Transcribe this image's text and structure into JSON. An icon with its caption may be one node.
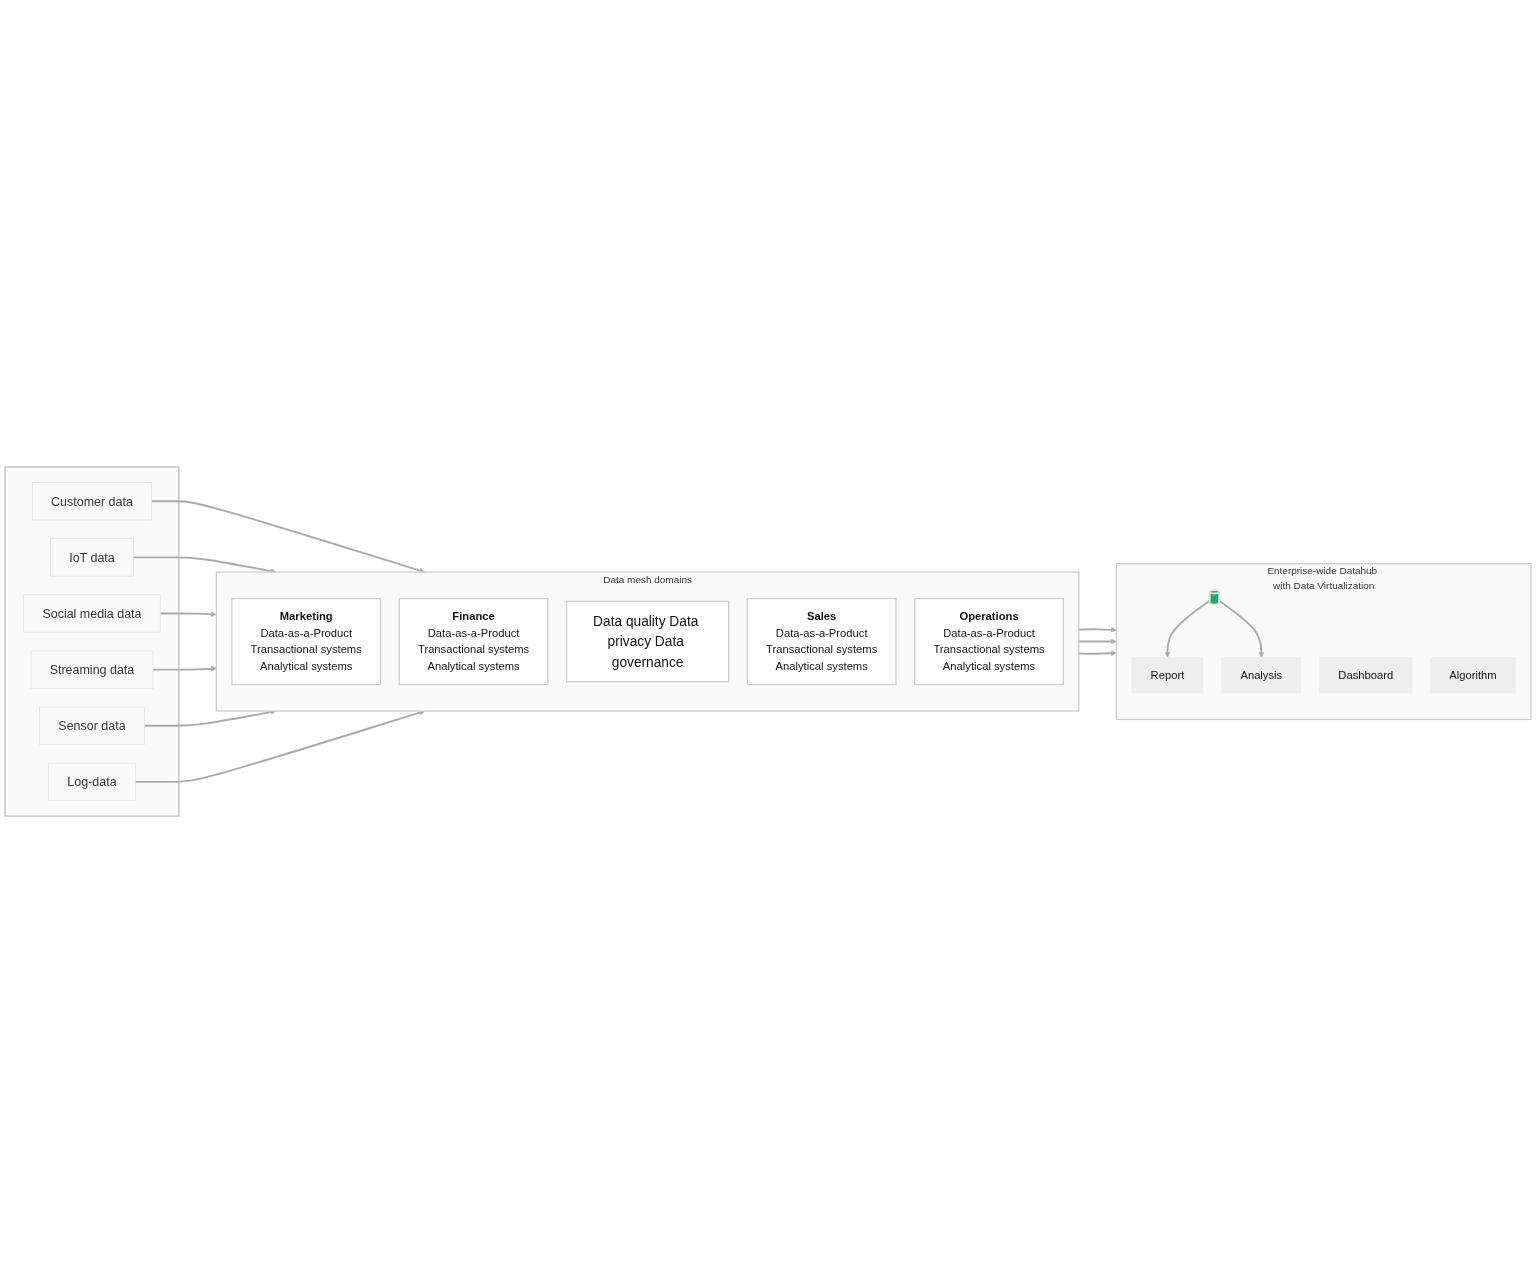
{
  "diagram": {
    "nodes": [
      {
        "text": [
          "Data mesh domains"
        ]
      },
      {
        "text": [
          "Marketing",
          "Data-as-a-Product",
          "Transactional systems",
          "Analytical systems"
        ],
        "in": 0
      },
      {
        "text": [
          "Finance",
          "Data-as-a-Product",
          "Transactional systems",
          "Analytical systems"
        ],
        "in": 0
      },
      {
        "text": [
          "Data quality Data privacy Data governance"
        ],
        "in": 0
      },
      {
        "text": [
          "Sales",
          "Data-as-a-Product",
          "Transactional systems",
          "Analytical systems"
        ],
        "in": 0
      },
      {
        "text": [
          "Operations",
          "Data-as-a-Product",
          "Transactional systems",
          "Analytical systems"
        ],
        "in": 0
      },
      {
        "text": [],
        "shape": "box"
      },
      {
        "text": [
          "Customer data"
        ],
        "in": 6
      },
      {
        "text": [
          "IoT data"
        ],
        "in": 6
      },
      {
        "text": [
          "Social media data"
        ],
        "in": 6
      },
      {
        "text": [
          "Streaming data"
        ],
        "in": 6
      },
      {
        "text": [
          "Sensor data"
        ],
        "in": 6
      },
      {
        "text": [
          "Log-data"
        ],
        "in": 6
      },
      {
        "text": [
          "Enterprise-wide Datahub with Data Virtualization"
        ]
      },
      {
        "text": [],
        "shape": "cylinder",
        "in": 13
      },
      {
        "text": [
          "Report"
        ],
        "in": 13
      },
      {
        "text": [
          "Analysis"
        ],
        "in": 13
      },
      {
        "text": [
          "Dashboard"
        ],
        "in": 13
      },
      {
        "text": [
          "Algorithm"
        ],
        "in": 13
      }
    ],
    "edges": [
      {
        "from": 7,
        "to": 0,
        "arrow": "to"
      },
      {
        "from": 8,
        "to": 0,
        "arrow": "to"
      },
      {
        "from": 9,
        "to": 0,
        "arrow": "to"
      },
      {
        "from": 10,
        "to": 0,
        "arrow": "to"
      },
      {
        "from": 11,
        "to": 0,
        "arrow": "to"
      },
      {
        "from": 12,
        "to": 0,
        "arrow": "to"
      },
      {
        "from": 0,
        "to": 13,
        "arrow": "to"
      },
      {
        "from": 0,
        "to": 13,
        "arrow": "to"
      },
      {
        "from": 0,
        "to": 13,
        "arrow": "to"
      },
      {
        "from": 14,
        "to": 15,
        "arrow": "to"
      },
      {
        "from": 14,
        "to": 16,
        "arrow": "to"
      }
    ]
  }
}
